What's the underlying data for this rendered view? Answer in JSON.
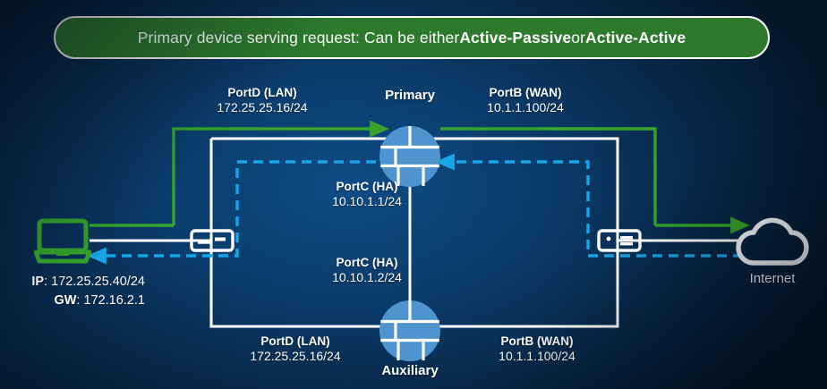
{
  "banner": {
    "text_pre": "Primary device serving request: Can be either ",
    "em1": "Active-Passive",
    "text_mid": " or ",
    "em2": "Active-Active",
    "bg_color": "#2d7a2d",
    "border_color": "#ffffff"
  },
  "colors": {
    "background_center": "#0e4c86",
    "background_edge": "#051627",
    "green_path": "#35a32c",
    "blue_dashed_path": "#18a5e8",
    "white_path": "#ffffff",
    "device_icon": "#4e95d0",
    "laptop_icon": "#35a32c",
    "cloud_icon": "#ffffff"
  },
  "devices": {
    "primary": {
      "name": "Primary",
      "icon": "firewall-globe-icon"
    },
    "auxiliary": {
      "name": "Auxiliary",
      "icon": "firewall-globe-icon"
    },
    "internet": {
      "name": "Internet",
      "icon": "cloud-icon"
    },
    "client": {
      "icon": "laptop-icon"
    },
    "switch_left": {
      "icon": "switch-icon"
    },
    "switch_right": {
      "icon": "switch-icon"
    }
  },
  "labels": {
    "primary_lan": {
      "port": "PortD (LAN)",
      "address": "172.25.25.16/24"
    },
    "primary_wan": {
      "port": "PortB (WAN)",
      "address": "10.1.1.100/24"
    },
    "primary_ha": {
      "port": "PortC (HA)",
      "address": "10.10.1.1/24"
    },
    "auxiliary_ha": {
      "port": "PortC (HA)",
      "address": "10.10.1.2/24"
    },
    "auxiliary_lan": {
      "port": "PortD (LAN)",
      "address": "172.25.25.16/24"
    },
    "auxiliary_wan": {
      "port": "PortB (WAN)",
      "address": "10.1.1.100/24"
    }
  },
  "client_info": {
    "ip_key": "IP",
    "ip_value": ": 172.25.25.40/24",
    "gw_key": "GW",
    "gw_value": ": 172.16.2.1"
  }
}
